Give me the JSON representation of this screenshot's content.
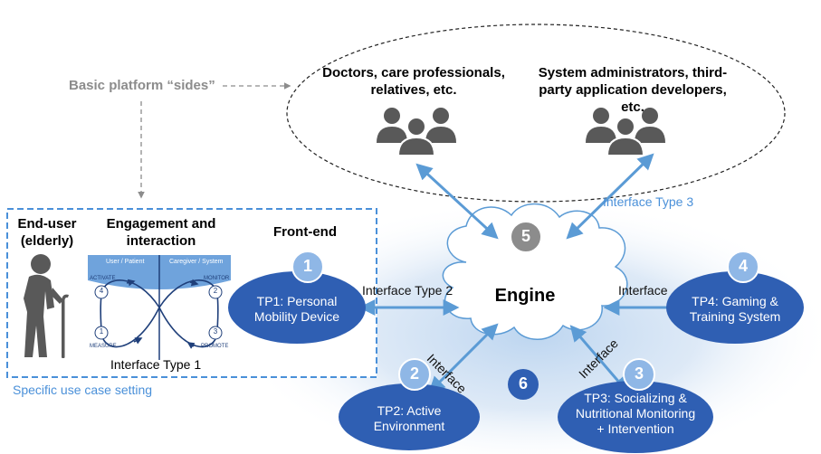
{
  "labels": {
    "basic_platform": "Basic platform “sides”",
    "doctors": "Doctors, care professionals, relatives, etc.",
    "sysadmins": "System administrators, third-party application developers, etc.",
    "interface_type_3": "Interface Type 3",
    "interface_type_2": "Interface Type 2",
    "interface_type_1": "Interface Type 1",
    "interface": "Interface",
    "engine": "Engine",
    "front_end": "Front-end",
    "end_user": "End-user (elderly)",
    "engagement": "Engagement and interaction",
    "specific_use_case": "Specific use case setting"
  },
  "loop": {
    "user_patient": "User / Patient",
    "caregiver_system": "Caregiver / System",
    "activate": "ACTIVATE",
    "monitor": "MONITOR",
    "measure": "MEASURE",
    "promote": "PROMOTE",
    "n1": "1",
    "n2": "2",
    "n3": "3",
    "n4": "4"
  },
  "nodes": {
    "tp1": "TP1: Personal Mobility Device",
    "tp2": "TP2: Active Environment",
    "tp3": "TP3: Socializing & Nutritional Monitoring + Intervention",
    "tp4": "TP4: Gaming & Training System"
  },
  "badges": {
    "b1": "1",
    "b2": "2",
    "b3": "3",
    "b4": "4",
    "b5": "5",
    "b6": "6"
  },
  "colors": {
    "node_fill": "#2f5fb3",
    "badge_fill": "#8fb7e6",
    "badge_grey": "#8c8c8c",
    "badge_dark": "#2f5fb3",
    "arrow": "#5b9bd5",
    "glow": "#cfe0f3"
  }
}
